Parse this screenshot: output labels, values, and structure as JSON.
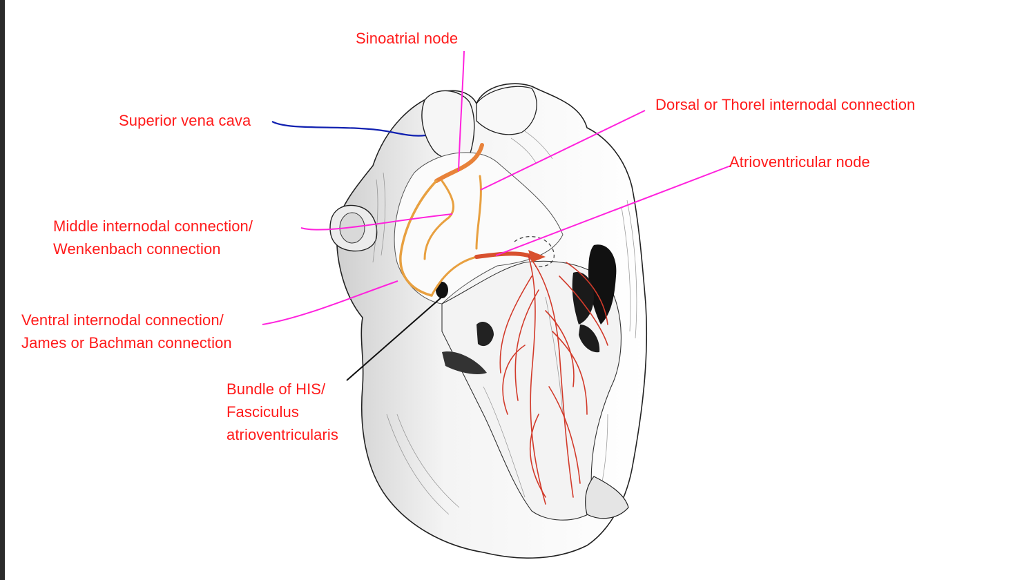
{
  "colors": {
    "label_text": "#ff1a1a",
    "pointer_magenta": "#ff22dd",
    "pointer_blue": "#1020b0",
    "pointer_black": "#111111",
    "conduction_pathway": "#e8823a",
    "purkinje_fibers": "#d23a2a"
  },
  "labels": {
    "sinoatrial_node": "Sinoatrial node",
    "superior_vena_cava": "Superior vena cava",
    "dorsal_connection": "Dorsal or Thorel internodal connection",
    "av_node": "Atrioventricular node",
    "middle_connection": {
      "line1": "Middle internodal connection/",
      "line2": "Wenkenbach connection"
    },
    "ventral_connection": {
      "line1": "Ventral internodal connection/",
      "line2": "James or Bachman connection"
    },
    "bundle_of_his": {
      "line1": "Bundle of HIS/",
      "line2": "Fasciculus",
      "line3": "atrioventricularis"
    }
  }
}
